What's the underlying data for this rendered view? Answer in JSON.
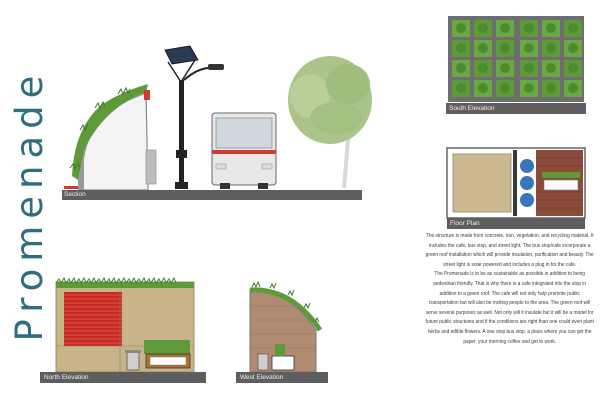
{
  "title": "Promenade",
  "panels": {
    "section": {
      "label": "Section"
    },
    "south": {
      "label": "South Elevation"
    },
    "floor": {
      "label": "Floor Plan"
    },
    "north": {
      "label": "North Elevation"
    },
    "west": {
      "label": "West Elevation"
    }
  },
  "description": [
    "The structure is made from concrete, iron, vegetation, and recycling material. It includes the cafe, bus stop, and street light. The bus stop/cafe incorporate a green roof installation which will provide insulation, purification and beauty. The street light is solar powered and includes a plug in for the cafe.",
    "The Promenade is to be as sustainable as possible in addition to being pedestrian friendly. That is why there is a cafe integrated into the stop in addition to a green roof. The cafe will not only help promote public transportation but will also be inviting people to the area. The green roof will serve several purposes as well. Not only will it insulate but it will be a model for future public structures and if the conditions are right than one could even plant herbs and edible flowers. A one stop bus stop, a place where you can get the paper, your morning coffee and get to work."
  ],
  "colors": {
    "title": "#2f6d80",
    "caption_bar": "#5e5e5e",
    "grass": "#5f9a3a",
    "brick": "#8a4b3a",
    "red_shutter": "#c62a22",
    "sand_wall": "#c8b48a",
    "bus_red": "#d23b33",
    "blue_drum": "#3a77b8"
  },
  "icons": [
    "solar-street-light-icon",
    "bus-icon",
    "tree-icon",
    "trash-can-icon",
    "bench-icon"
  ]
}
